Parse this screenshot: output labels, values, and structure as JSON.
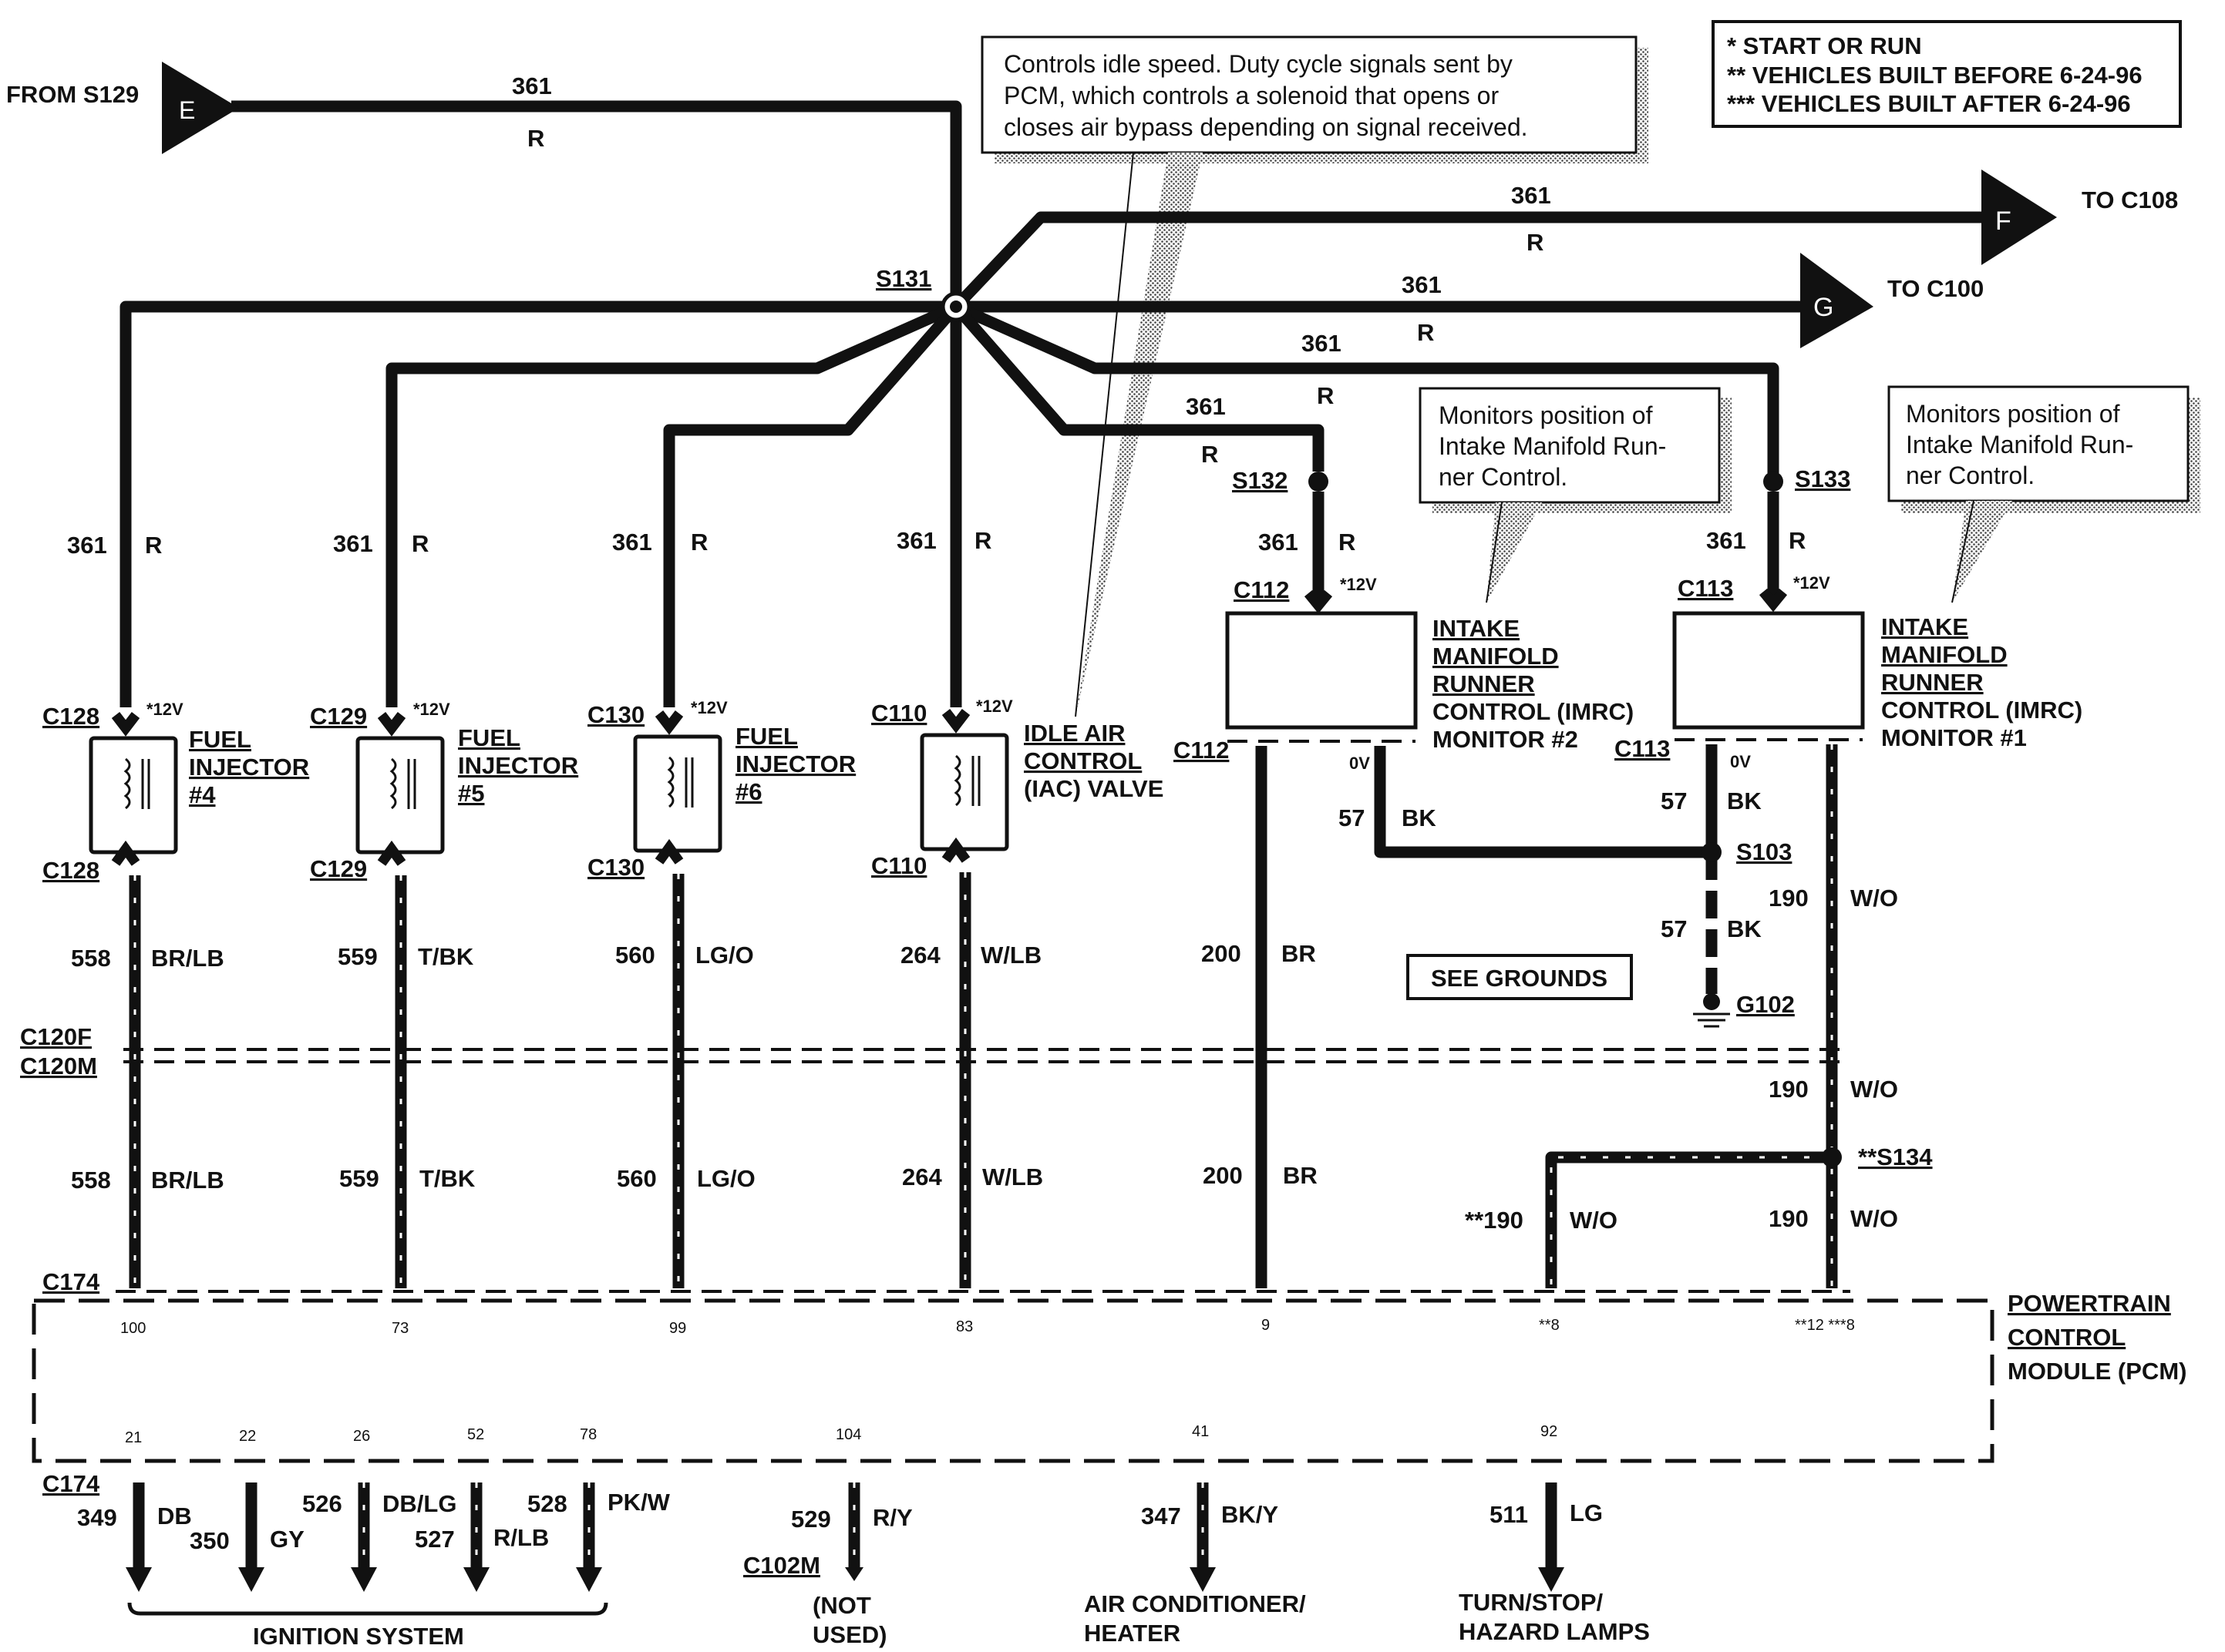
{
  "legend": [
    "* START OR RUN",
    "** VEHICLES BUILT BEFORE 6-24-96",
    "*** VEHICLES BUILT AFTER 6-24-96"
  ],
  "notes": {
    "iac": [
      "Controls idle speed. Duty cycle signals sent by",
      "PCM, which controls a solenoid that opens or",
      "closes air bypass depending on signal received."
    ],
    "imrc": [
      "Monitors position of",
      "Intake Manifold Run-",
      "ner Control."
    ]
  },
  "flags": {
    "from_s129": "FROM S129",
    "e": "E",
    "f": "F",
    "to_c108": "TO C108",
    "g": "G",
    "to_c100": "TO C100"
  },
  "splices": {
    "s131": "S131",
    "s132": "S132",
    "s133": "S133",
    "s103": "S103",
    "s134": "**S134",
    "g102": "G102"
  },
  "wire361": {
    "num": "361",
    "color": "R",
    "v12": "*12V"
  },
  "injectors": [
    {
      "conn": "C128",
      "name": [
        "FUEL",
        "INJECTOR",
        "#4"
      ],
      "circuit": "558",
      "color": "BR/LB",
      "pin": "100"
    },
    {
      "conn": "C129",
      "name": [
        "FUEL",
        "INJECTOR",
        "#5"
      ],
      "circuit": "559",
      "color": "T/BK",
      "pin": "73"
    },
    {
      "conn": "C130",
      "name": [
        "FUEL",
        "INJECTOR",
        "#6"
      ],
      "circuit": "560",
      "color": "LG/O",
      "pin": "99"
    },
    {
      "conn": "C110",
      "name": [
        "IDLE AIR",
        "CONTROL",
        "(IAC) VALVE"
      ],
      "circuit": "264",
      "color": "W/LB",
      "pin": "83"
    }
  ],
  "imrc2": {
    "conn": "C112",
    "name": [
      "INTAKE",
      "MANIFOLD",
      "RUNNER",
      "CONTROL (IMRC)",
      "MONITOR #2"
    ],
    "zero_v": "0V",
    "gnd_num": "57",
    "gnd_color": "BK",
    "sig_num": "200",
    "sig_color": "BR",
    "pin": "9"
  },
  "imrc1": {
    "conn": "C113",
    "name": [
      "INTAKE",
      "MANIFOLD",
      "RUNNER",
      "CONTROL (IMRC)",
      "MONITOR #1"
    ],
    "zero_v": "0V",
    "gnd_num": "57",
    "gnd_color": "BK",
    "sig_num": "190",
    "sig_color": "W/O",
    "alt_num": "**190",
    "pin_a": "**8",
    "pin_b": "**12 ***8"
  },
  "see_grounds": "SEE GROUNDS",
  "inline_conn": {
    "f": "C120F",
    "m": "C120M"
  },
  "c174": "C174",
  "pcm": [
    "POWERTRAIN",
    "CONTROL",
    "MODULE (PCM)"
  ],
  "bottom": [
    {
      "pin": "21",
      "num": "349",
      "color": "DB"
    },
    {
      "pin": "22",
      "num": "350",
      "color": "GY"
    },
    {
      "pin": "26",
      "num": "526",
      "color": "DB/LG"
    },
    {
      "pin": "52",
      "num": "527",
      "color": "R/LB"
    },
    {
      "pin": "78",
      "num": "528",
      "color": "PK/W"
    },
    {
      "pin": "104",
      "num": "529",
      "color": "R/Y"
    },
    {
      "pin": "41",
      "num": "347",
      "color": "BK/Y"
    },
    {
      "pin": "92",
      "num": "511",
      "color": "LG"
    }
  ],
  "destinations": {
    "ignition": "IGNITION SYSTEM",
    "c102m": "C102M",
    "not_used": [
      "(NOT",
      "USED)"
    ],
    "ac": [
      "AIR CONDITIONER/",
      "HEATER"
    ],
    "lamps": [
      "TURN/STOP/",
      "HAZARD LAMPS"
    ]
  }
}
